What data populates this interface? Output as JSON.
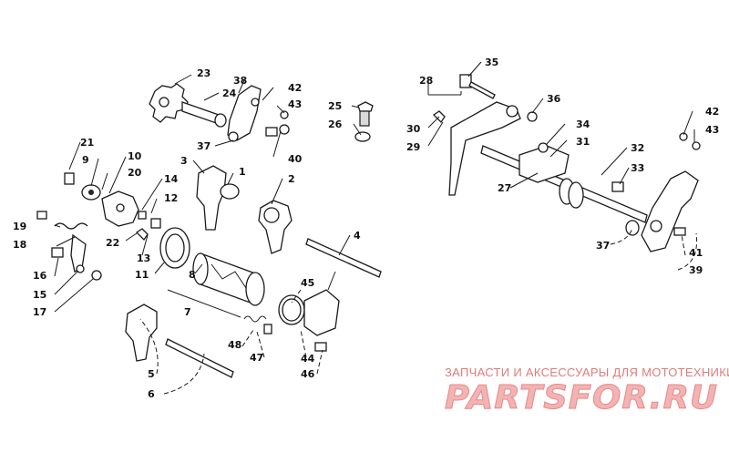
{
  "labels": {
    "l1": "1",
    "l2": "2",
    "l3": "3",
    "l4": "4",
    "l5": "5",
    "l6": "6",
    "l7": "7",
    "l8": "8",
    "l9": "9",
    "l10": "10",
    "l11": "11",
    "l12": "12",
    "l13": "13",
    "l14": "14",
    "l15": "15",
    "l16": "16",
    "l17": "17",
    "l18": "18",
    "l19": "19",
    "l20": "20",
    "l21": "21",
    "l22": "22",
    "l23": "23",
    "l24": "24",
    "l25": "25",
    "l26": "26",
    "l27": "27",
    "l28": "28",
    "l29": "29",
    "l30": "30",
    "l31": "31",
    "l32": "32",
    "l33": "33",
    "l34": "34",
    "l35": "35",
    "l36": "36",
    "l37a": "37",
    "l37b": "37",
    "l38": "38",
    "l39": "39",
    "l40": "40",
    "l41": "41",
    "l42a": "42",
    "l42b": "42",
    "l43a": "43",
    "l43b": "43",
    "l44": "44",
    "l45": "45",
    "l46": "46",
    "l47": "47",
    "l48": "48"
  },
  "watermark": {
    "caption": "ЗАПЧАСТИ И АКСЕССУАРЫ ДЛЯ МОТОТЕХНИКИ",
    "logo": "PARTSFOR.RU"
  }
}
